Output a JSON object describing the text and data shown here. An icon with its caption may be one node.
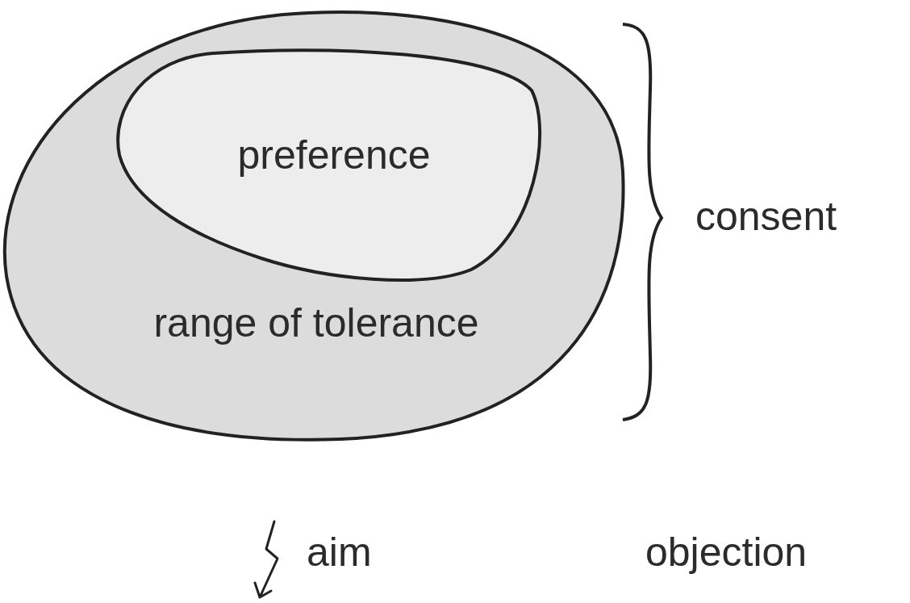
{
  "diagram": {
    "nodes": [
      {
        "text": [
          "range of tolerance"
        ]
      },
      {
        "text": [
          "preference"
        ],
        "in": 0
      }
    ],
    "labels": [
      "consent",
      "aim",
      "objection"
    ]
  }
}
